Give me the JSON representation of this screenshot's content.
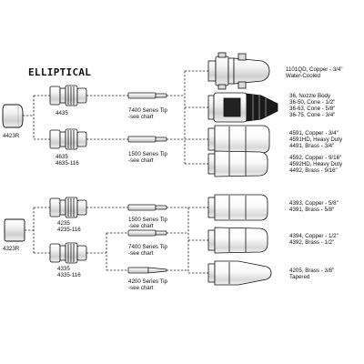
{
  "title": "ELLIPTICAL",
  "top_group": {
    "insulator": "4423R",
    "bodies": [
      {
        "part": "4435"
      },
      {
        "part": "4635",
        "part_alt": "4635-116"
      }
    ],
    "tips": [
      {
        "series": "7400 Series Tip",
        "note": "-see chart"
      },
      {
        "series": "1500 Series Tip",
        "note": "-see chart"
      }
    ],
    "nozzles": [
      {
        "lines": [
          "1101QD, Copper - 3/4\"",
          "Water-Cooled"
        ]
      },
      {
        "lines": [
          "36, Nozzle Body",
          "36-50, Cone - 1/2\"",
          "36-63, Cone - 5/8\"",
          "36-75, Cone - 3/4\""
        ]
      },
      {
        "lines": [
          "4591, Copper - 3/4\"",
          "4591HD, Heavy Duty",
          "4491, Brass - 3/4\""
        ]
      },
      {
        "lines": [
          "4592, Copper - 9/16\"",
          "4592HD, Heavy Duty",
          "4492, Brass - 9/16\""
        ]
      }
    ]
  },
  "bottom_group": {
    "insulator": "4323R",
    "bodies": [
      {
        "part": "4235",
        "part_alt": "4235-116"
      },
      {
        "part": "4335",
        "part_alt": "4335-116"
      }
    ],
    "tips": [
      {
        "series": "1500 Series Tip",
        "note": "-see chart"
      },
      {
        "series": "7400 Series Tip",
        "note": "-see chart"
      },
      {
        "series": "4200 Series Tip",
        "note": "-see chart"
      }
    ],
    "nozzles": [
      {
        "lines": [
          "4393, Copper - 5/8\"",
          "4391, Brass - 5/8\""
        ]
      },
      {
        "lines": [
          "4394, Copper - 1/2\"",
          "4392, Brass - 1/2\""
        ]
      },
      {
        "lines": [
          "4205, Brass - 3/8\"",
          "Tapered"
        ]
      }
    ]
  }
}
